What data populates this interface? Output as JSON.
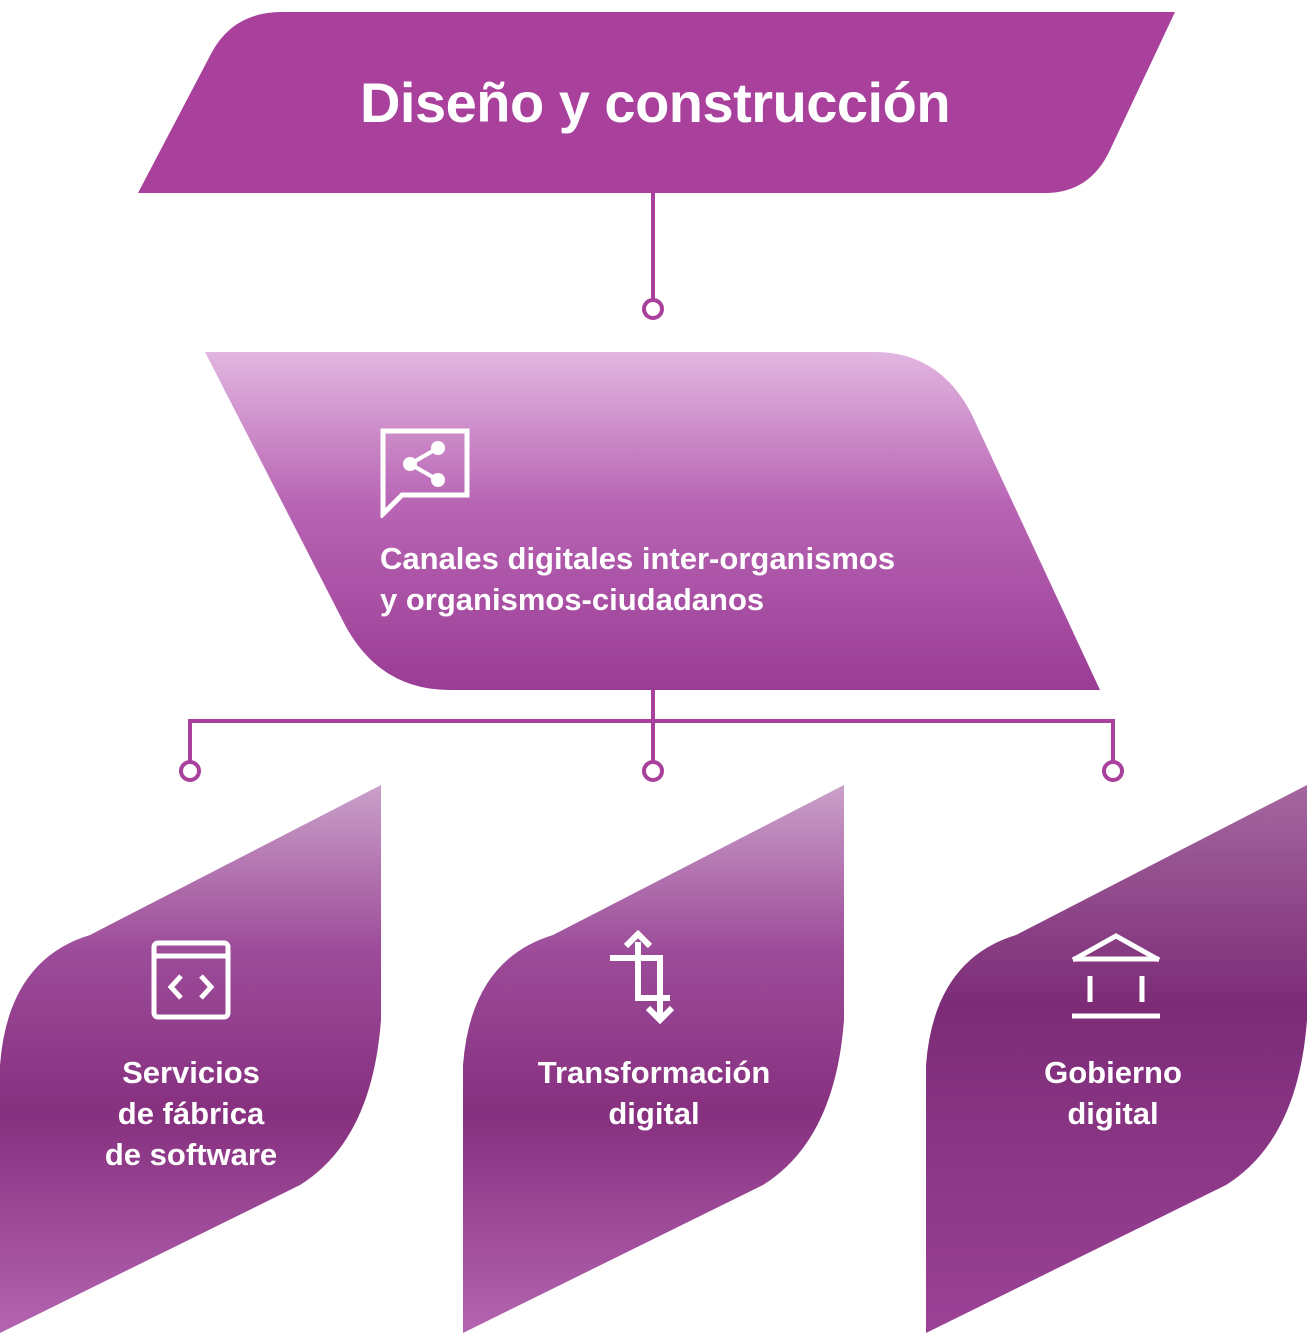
{
  "colors": {
    "brand": "#a8409c",
    "dark": "#7e2c78",
    "light": "#d7a3d4"
  },
  "title": "Diseño y construcción",
  "center": {
    "label_line1": "Canales digitales inter-organismos",
    "label_line2": "y organismos-ciudadanos",
    "icon": "share-chat-icon"
  },
  "branches": [
    {
      "label_line1": "Servicios",
      "label_line2": "de fábrica",
      "label_line3": "de software",
      "icon": "code-window-icon"
    },
    {
      "label_line1": "Transformación",
      "label_line2": "digital",
      "icon": "transform-arrows-icon"
    },
    {
      "label_line1": "Gobierno",
      "label_line2": "digital",
      "icon": "government-building-icon"
    }
  ]
}
